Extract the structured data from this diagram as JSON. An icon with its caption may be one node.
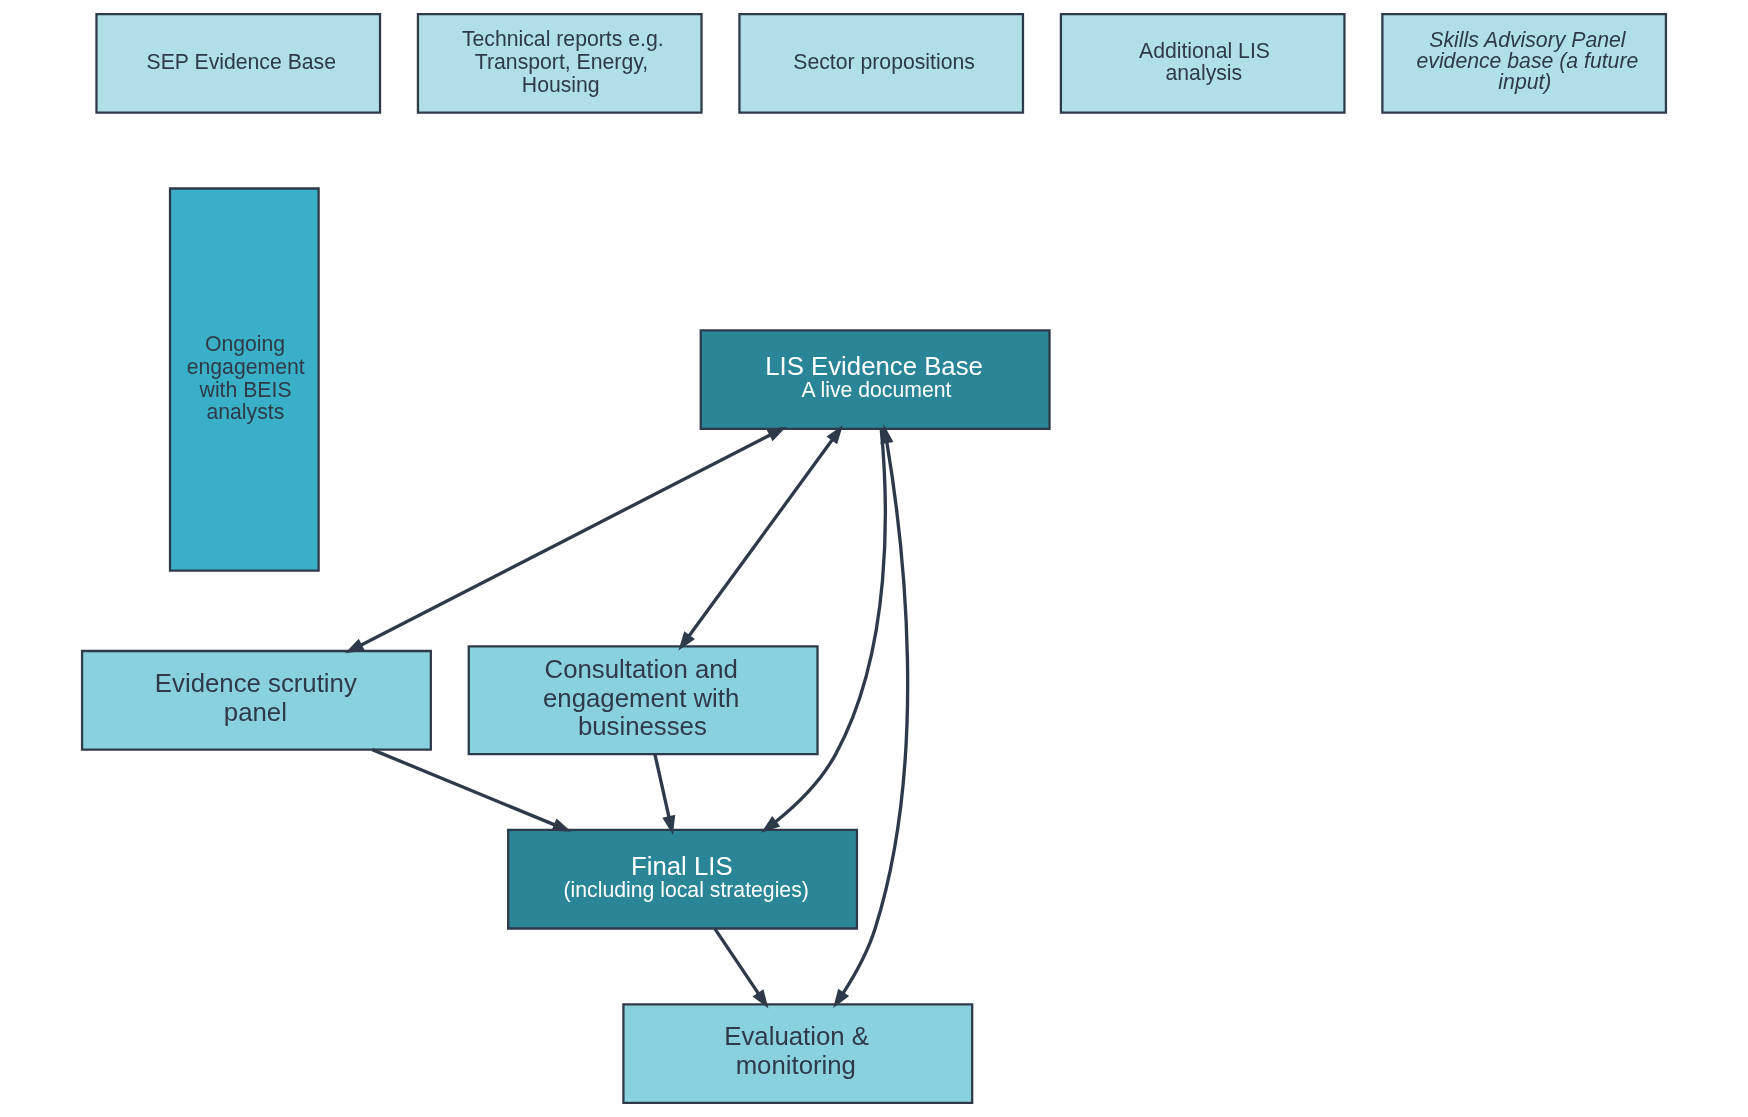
{
  "diagram": {
    "nodes": [
      {
        "text": [
          "SEP Evidence Base"
        ]
      },
      {
        "text": [
          "Technical reports e.g. Transport, Energy, Housing"
        ]
      },
      {
        "text": [
          "Sector propositions"
        ]
      },
      {
        "text": [
          "Additional LIS analysis"
        ]
      },
      {
        "text": [
          "Skills Advisory Panel evidence base (a future input)"
        ]
      },
      {
        "text": [
          "Ongoing engagement with BEIS analysts"
        ]
      },
      {
        "text": [
          "LIS Evidence Base",
          "A live document"
        ]
      },
      {
        "text": [
          "Evidence scrutiny panel"
        ]
      },
      {
        "text": [
          "Consultation and engagement with businesses"
        ]
      },
      {
        "text": [
          "Evaluation & monitoring"
        ]
      },
      {
        "text": [
          "Final LIS",
          "(including local strategies)"
        ]
      }
    ],
    "edges": [
      {
        "from": 6,
        "to": 7,
        "arrow": "both"
      },
      {
        "from": 6,
        "to": 10,
        "arrow": "to"
      },
      {
        "from": 6,
        "to": 8,
        "arrow": "both"
      },
      {
        "from": 6,
        "to": 9,
        "arrow": "both"
      },
      {
        "from": 7,
        "to": 10,
        "arrow": "to"
      },
      {
        "from": 8,
        "to": 10,
        "arrow": "to"
      },
      {
        "from": 10,
        "to": 9,
        "arrow": "to"
      }
    ]
  }
}
